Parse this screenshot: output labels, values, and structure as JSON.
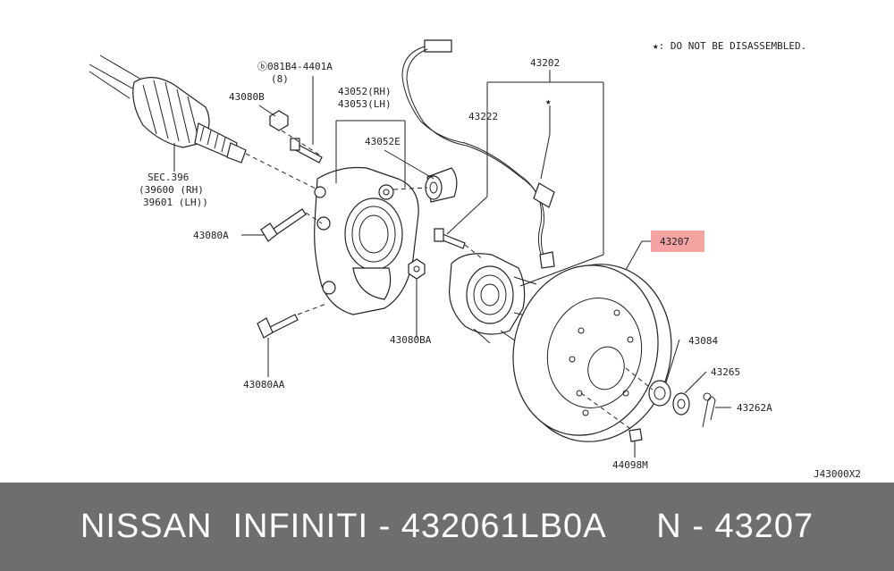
{
  "note": "★: DO NOT BE DISASSEMBLED.",
  "diagram_code": "J43000X2",
  "labels": {
    "bolt_d": "ⓑ081B4-4401A",
    "bolt_d_qty": "(8)",
    "p43080b": "43080B",
    "p43052": "43052(RH)",
    "p43053": "43053(LH)",
    "p43052e": "43052E",
    "sec396": "SEC.396",
    "p39600": "(39600 (RH)",
    "p39601": "39601 (LH))",
    "p43080a": "43080A",
    "p43080ba": "43080BA",
    "p43080aa": "43080AA",
    "p43202": "43202",
    "p43222": "43222",
    "p43207": "43207",
    "p43084": "43084",
    "p43265": "43265",
    "p43262a": "43262A",
    "p44098m": "44098M"
  },
  "highlight_color": "#f4a3a3",
  "footer": {
    "text": "NISSAN  INFINITI - 432061LB0A     N - 43207"
  }
}
